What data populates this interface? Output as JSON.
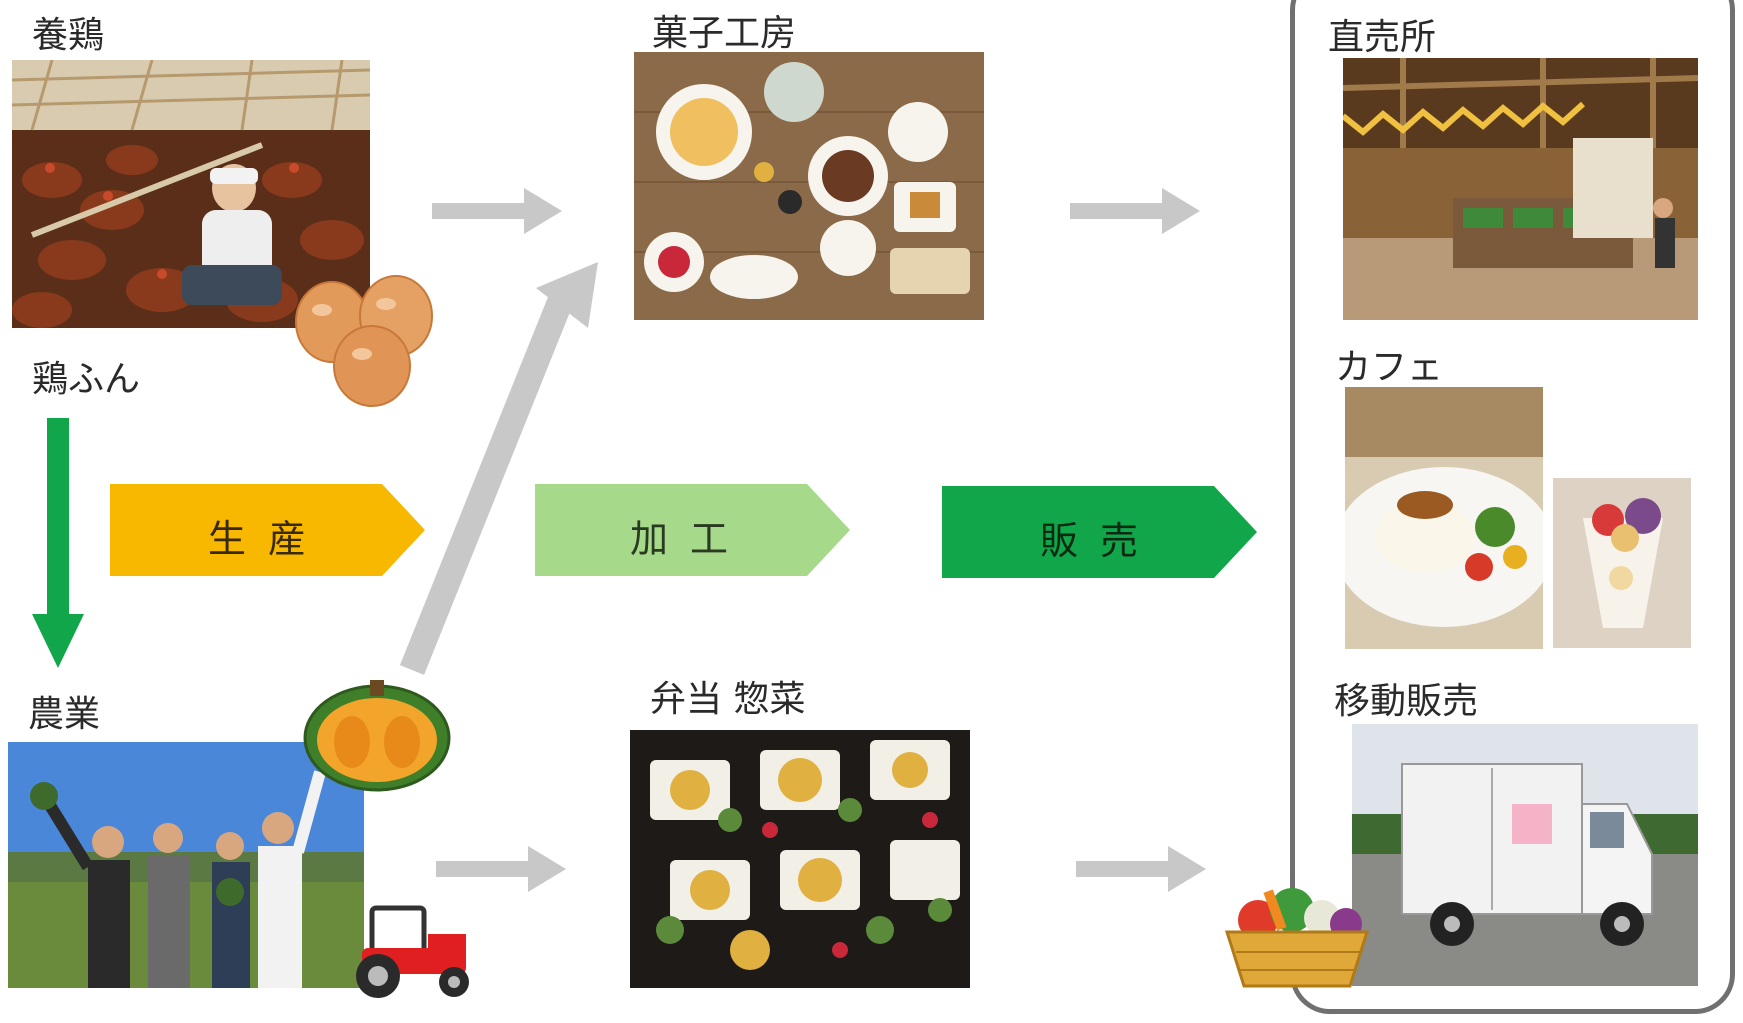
{
  "labels": {
    "poultry": "養鶏",
    "manure": "鶏ふん",
    "agriculture": "農業",
    "confectionery": "菓子工房",
    "bento": "弁当 惣菜",
    "direct_store": "直売所",
    "cafe": "カフェ",
    "mobile_sales": "移動販売"
  },
  "stages": {
    "production": "生産",
    "processing": "加工",
    "sales": "販売"
  },
  "colors": {
    "production": "#f8b800",
    "processing": "#a6d98a",
    "sales": "#12a64b",
    "green_arrow": "#12a64b",
    "grey_arrow": "#c8c8c8",
    "frame": "#707070"
  }
}
